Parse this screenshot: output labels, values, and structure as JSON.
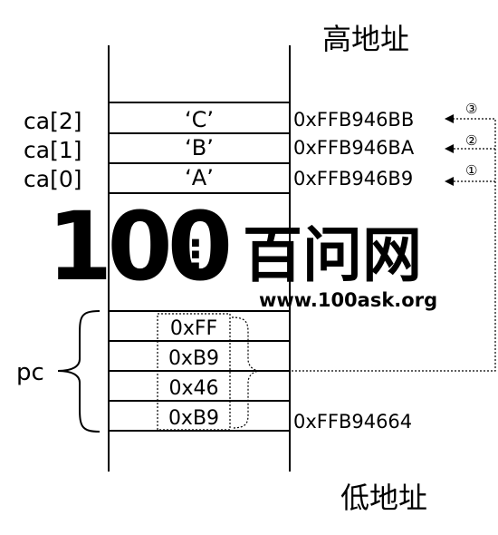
{
  "title_high": "高地址",
  "title_low": "低地址",
  "watermark": {
    "number": "100",
    "brand": "百问网",
    "url": "www.100ask.org",
    "color": "#bfe3a6"
  },
  "array_cells": [
    {
      "label": "ca[2]",
      "value": "‘C’",
      "address": "0xFFB946BB",
      "marker": "③"
    },
    {
      "label": "ca[1]",
      "value": "‘B’",
      "address": "0xFFB946BA",
      "marker": "②"
    },
    {
      "label": "ca[0]",
      "value": "‘A’",
      "address": "0xFFB946B9",
      "marker": "①"
    }
  ],
  "ellipsis": "⋮",
  "pointer": {
    "label": "pc",
    "bytes": [
      "0xFF",
      "0xB9",
      "0x46",
      "0xB9"
    ],
    "address": "0xFFB94664"
  }
}
